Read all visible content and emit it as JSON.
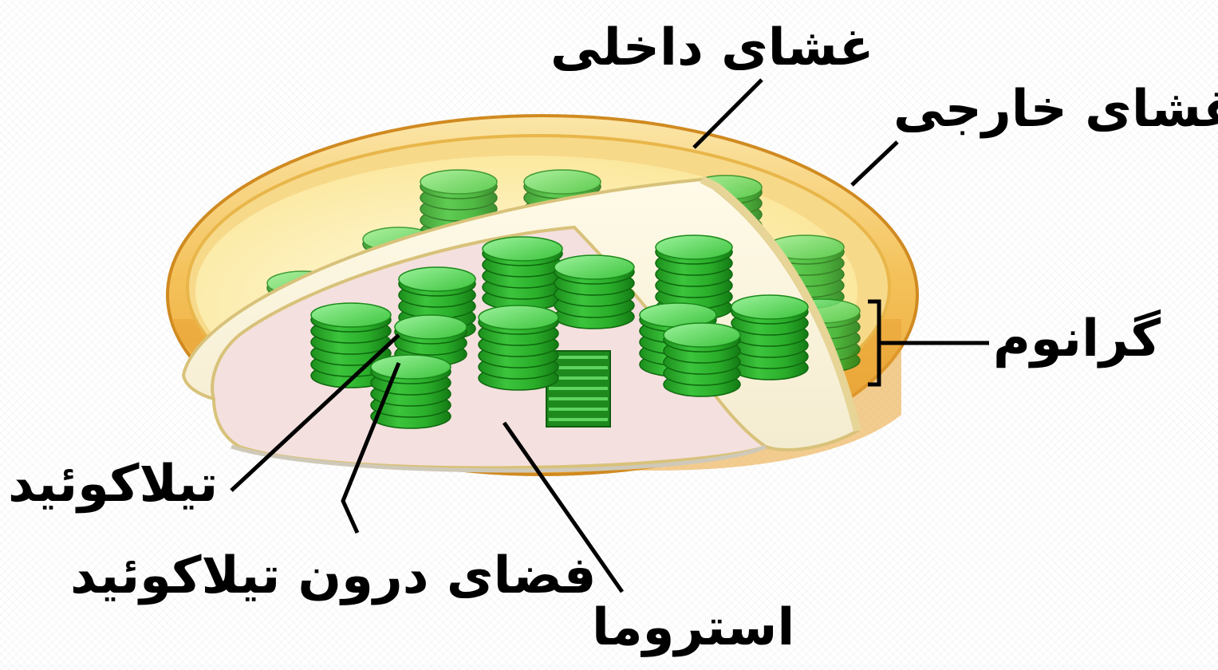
{
  "labels": {
    "inner_membrane": "غشای داخلی",
    "outer_membrane": "غشای خارجی",
    "granum": "گرانوم",
    "thylakoid": "تیلاکوئید",
    "thylakoid_space": "فضای درون تیلاکوئید",
    "stroma": "استروما"
  },
  "colors": {
    "outer_membrane": "#f2b440",
    "inner_membrane": "#f7d98a",
    "stroma": "#fff4c4",
    "thylakoid_space": "#f5e3e3",
    "granum_dark": "#1f9a1f",
    "granum_light": "#6ee26e",
    "leader_lines": "#000000"
  }
}
